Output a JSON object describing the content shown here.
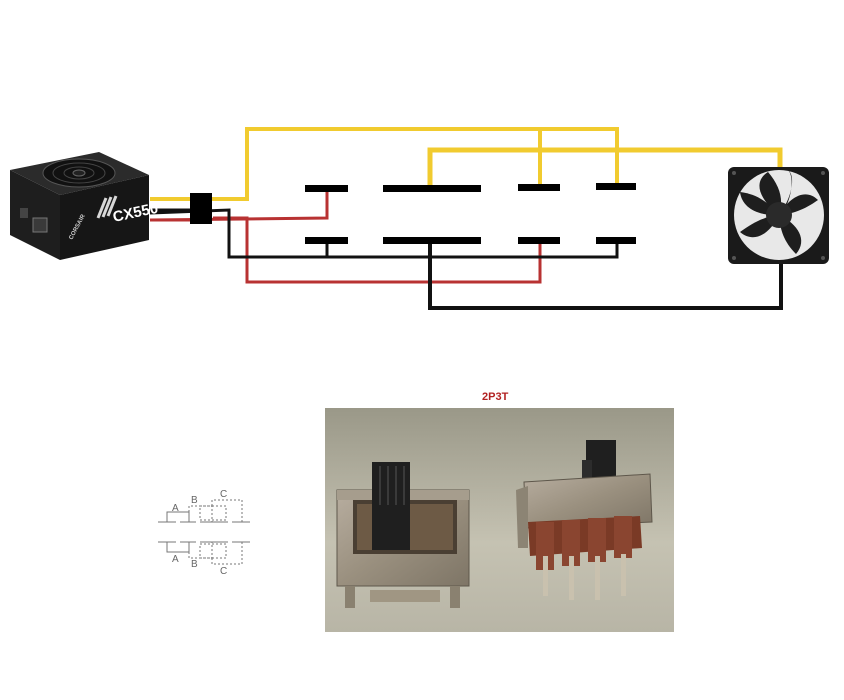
{
  "psu": {
    "model_label": "CX550",
    "brand_label": "CORSAIR"
  },
  "switch_photo": {
    "title": "2P3T"
  },
  "schematic_inset": {
    "top_labels": [
      "A",
      "B",
      "C"
    ],
    "bottom_labels": [
      "A",
      "B",
      "C"
    ]
  },
  "colors": {
    "wire_yellow": "#F1CB2F",
    "wire_red": "#B83232",
    "wire_black": "#111111",
    "title_red": "#B22222"
  }
}
